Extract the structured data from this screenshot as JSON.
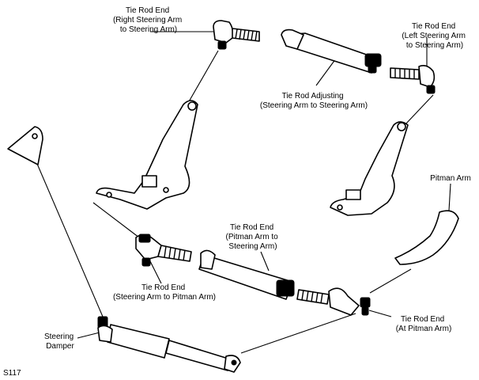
{
  "labels": {
    "tie_rod_end_right": [
      "Tie Rod End",
      "(Right Steering Arm",
      "to Steering Arm)"
    ],
    "tie_rod_end_left": [
      "Tie Rod End",
      "(Left Steering Arm",
      "to Steering Arm)"
    ],
    "tie_rod_adjusting": [
      "Tie Rod Adjusting",
      "(Steering Arm to Steering Arm)"
    ],
    "pitman_arm": [
      "Pitman Arm"
    ],
    "tie_rod_end_pitman_to_steering": [
      "Tie Rod End",
      "(Pitman Arm to",
      "Steering Arm)"
    ],
    "tie_rod_end_steering_to_pitman": [
      "Tie Rod End",
      "(Steering Arm to Pitman Arm)"
    ],
    "tie_rod_end_at_pitman": [
      "Tie Rod End",
      "(At Pitman Arm)"
    ],
    "steering_damper": [
      "Steering",
      "Damper"
    ],
    "figure_code": "S117"
  }
}
